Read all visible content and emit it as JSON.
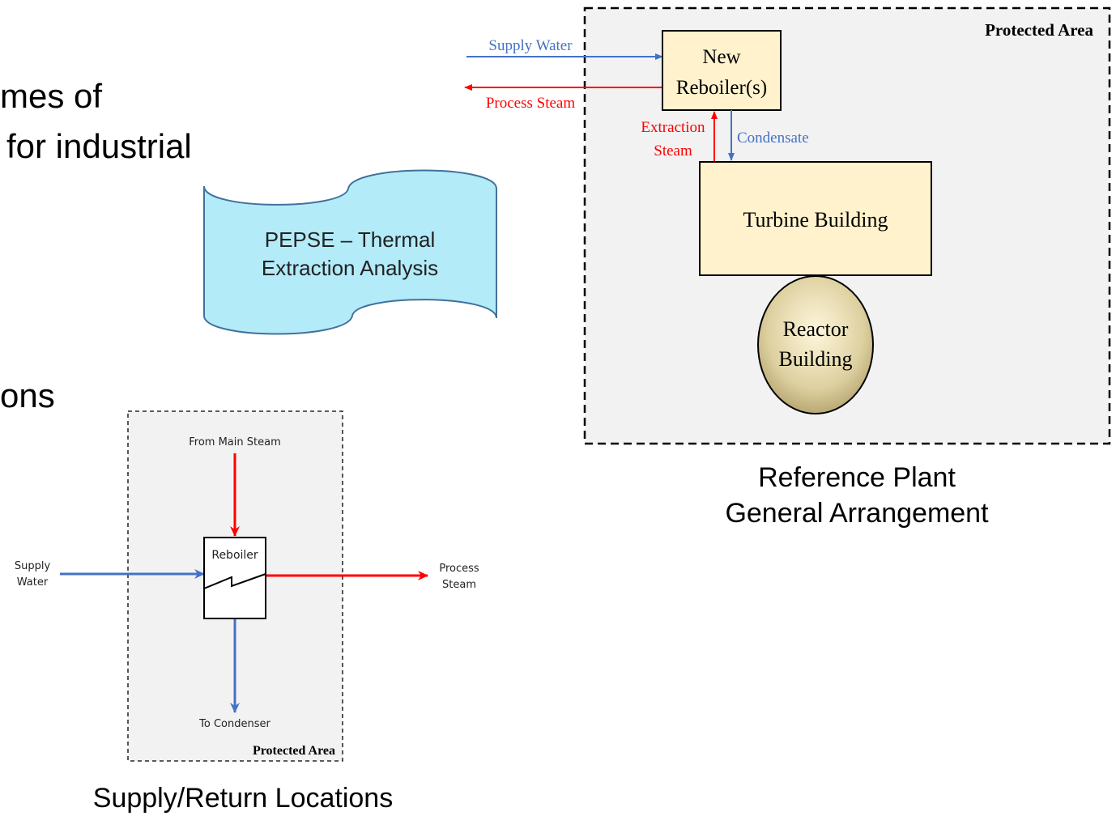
{
  "slide": {
    "bullet_fragments": [
      "mes of",
      "for industrial",
      "ons"
    ],
    "captions": {
      "supply_return": "Supply/Return Locations",
      "reference_plant_line1": "Reference Plant",
      "reference_plant_line2": "General Arrangement"
    }
  },
  "pepse_shape": {
    "line1": "PEPSE – Thermal",
    "line2": "Extraction Analysis",
    "fill": "#b3ebf9"
  },
  "reference_plant": {
    "protected_area": "Protected Area",
    "supply_water": "Supply Water",
    "process_steam": "Process Steam",
    "new_reboiler_line1": "New",
    "new_reboiler_line2": "Reboiler(s)",
    "extraction_line1": "Extraction",
    "extraction_line2": "Steam",
    "condensate": "Condensate",
    "turbine_building": "Turbine Building",
    "reactor_line1": "Reactor",
    "reactor_line2": "Building"
  },
  "supply_return": {
    "from_main_steam": "From Main Steam",
    "reboiler": "Reboiler",
    "supply_line1": "Supply",
    "supply_line2": "Water",
    "process_line1": "Process",
    "process_line2": "Steam",
    "to_condenser": "To Condenser",
    "protected_area": "Protected Area"
  },
  "colors": {
    "steam_red": "#ff0000",
    "water_blue": "#4472c4",
    "box_fill": "#fff2cc",
    "area_fill": "#f2f2f2"
  }
}
